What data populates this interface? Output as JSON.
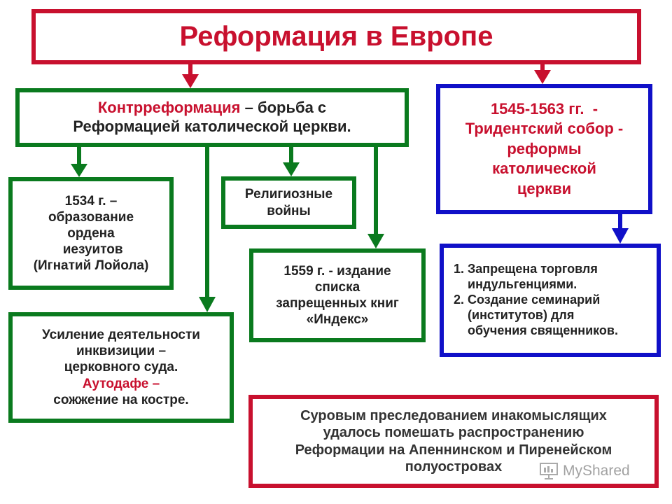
{
  "title": "Реформация в Европе",
  "counter_reformation": {
    "term": "Контрреформация",
    "rest_line1": " – борьба с",
    "line2": "Реформацией католической церкви."
  },
  "trent": {
    "lines": [
      "1545-1563 гг.  -",
      "Тридентский собор -",
      "реформы",
      "католической",
      "церкви"
    ]
  },
  "jesuits": {
    "lines": [
      "1534 г. –",
      "образование",
      "ордена",
      " иезуитов",
      "(Игнатий Лойола)"
    ]
  },
  "wars": {
    "lines": [
      "Религиозные",
      "войны"
    ]
  },
  "index": {
    "lines": [
      "1559 г. - издание",
      "списка",
      "запрещенных книг",
      "«Индекс»"
    ]
  },
  "inquisition": {
    "line1": "Усиление деятельности",
    "line2": "инквизиции –",
    "line3": "церковного суда.",
    "auto_da_fe": "Аутодафе –",
    "line5": "сожжение на костре."
  },
  "trent_reforms": {
    "lines": [
      "1. Запрещена торговля",
      "    индульгенциями.",
      "2. Создание семинарий",
      "    (институтов) для",
      "    обучения священников."
    ]
  },
  "conclusion": {
    "lines": [
      "Суровым преследованием инакомыслящих",
      "удалось помешать распространению",
      "Реформации на Апеннинском и Пиренейском",
      "полуостровах"
    ]
  },
  "watermark": {
    "text": "MyShared"
  },
  "colors": {
    "red": "#c8102e",
    "green": "#0a7a1e",
    "blue": "#1010c8"
  }
}
